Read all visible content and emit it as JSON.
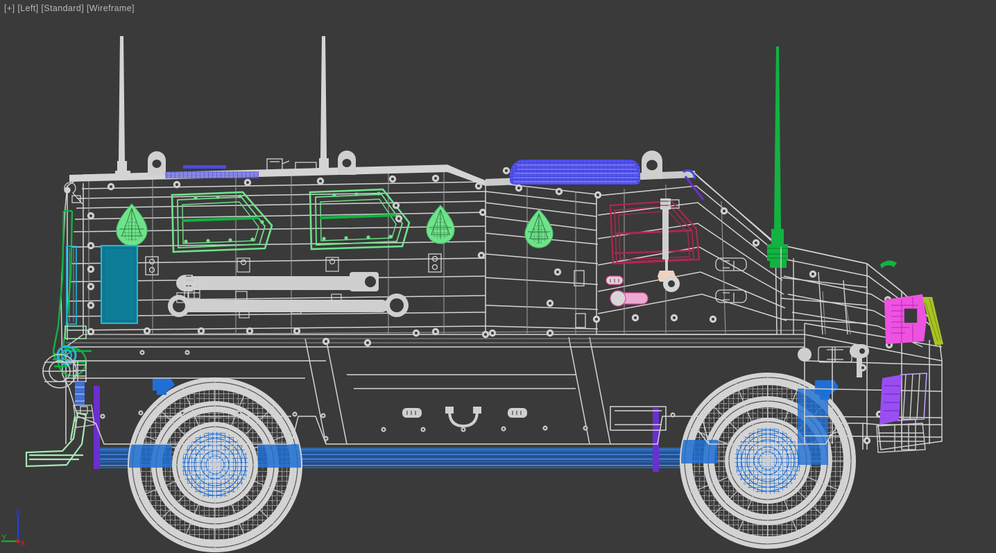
{
  "app": {
    "name": "3ds Max viewport",
    "viewport_label": "[+] [Left] [Standard] [Wireframe]",
    "label_parts": {
      "pov": "[+]",
      "view": "[Left]",
      "shading_preset": "[Standard]",
      "shading_mode": "[Wireframe]"
    }
  },
  "colors": {
    "background": "#3a3a3a",
    "label_text": "#b9b9b9",
    "wire_white": "#d4d4d4",
    "wire_white_dim": "#9a9a9a",
    "green_bright": "#6fe38a",
    "green_mid": "#12b341",
    "green_dark": "#0f9e38",
    "green_pale": "#a8e8b4",
    "olive": "#a8c425",
    "teal_fill": "#0d7d98",
    "cyan": "#1fb8e0",
    "blue_bar": "#4a4ae8",
    "blue_chassis": "#1260d0",
    "blue_steel": "#1f6fd4",
    "purple": "#6a2fd0",
    "violet": "#9b4ef0",
    "magenta": "#ee52e0",
    "pink": "#f0a8d0",
    "crimson": "#b0264e",
    "axis_x": "#d02020",
    "axis_y": "#18b418",
    "axis_z": "#2040e0"
  },
  "axis_tripod": {
    "name": "world-axis-tripod",
    "x_label": "X",
    "y_label": "Y",
    "z_label": "Z"
  },
  "scene": {
    "object": "armored wheeled vehicle (MRAP / armored personnel carrier)",
    "view_direction": "left side orthographic",
    "display_mode": "wireframe",
    "sub_objects": [
      {
        "name": "roof-antenna-front",
        "color": "#d4d4d4"
      },
      {
        "name": "roof-antenna-rear",
        "color": "#d4d4d4"
      },
      {
        "name": "rear-whip-antenna",
        "color": "#12b341"
      },
      {
        "name": "roof-light-bar",
        "color": "#4a4ae8"
      },
      {
        "name": "roof-rail-strip",
        "color": "#4a4ae8"
      },
      {
        "name": "side-window-front",
        "color": "#6fe38a"
      },
      {
        "name": "side-window-rear",
        "color": "#6fe38a"
      },
      {
        "name": "door-window-crimson",
        "color": "#b0264e"
      },
      {
        "name": "marker-lamp-1",
        "color": "#6fe38a"
      },
      {
        "name": "marker-lamp-2",
        "color": "#6fe38a"
      },
      {
        "name": "marker-lamp-3",
        "color": "#6fe38a"
      },
      {
        "name": "marker-lamp-4",
        "color": "#6fe38a"
      },
      {
        "name": "side-access-panel",
        "color": "#0d7d98"
      },
      {
        "name": "mirror-arm",
        "color": "#12b341"
      },
      {
        "name": "front-step",
        "color": "#a8e8b4"
      },
      {
        "name": "front-hub-ring",
        "color": "#1fb8e0"
      },
      {
        "name": "tail-light-magenta",
        "color": "#ee52e0"
      },
      {
        "name": "rear-strip-olive",
        "color": "#a8c425"
      },
      {
        "name": "rear-lamp-violet",
        "color": "#9b4ef0"
      },
      {
        "name": "chassis-rail",
        "color": "#1260d0"
      },
      {
        "name": "front-suspension-strut",
        "color": "#6a2fd0"
      },
      {
        "name": "rear-suspension-strut",
        "color": "#6a2fd0"
      },
      {
        "name": "wheel-front",
        "color": "#d4d4d4"
      },
      {
        "name": "wheel-rear",
        "color": "#d4d4d4"
      },
      {
        "name": "brake-hub-front",
        "color": "#1f6fd4"
      },
      {
        "name": "brake-hub-rear",
        "color": "#1f6fd4"
      },
      {
        "name": "door-handle",
        "color": "#f0a8d0"
      },
      {
        "name": "pioneer-tools",
        "color": "#d4d4d4"
      }
    ]
  }
}
